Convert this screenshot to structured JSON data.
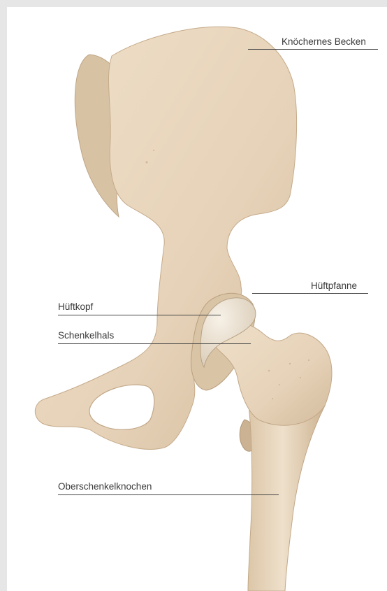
{
  "labels": {
    "becken": "Knöchernes Becken",
    "hueftpfanne": "Hüftpfanne",
    "hueftkopf": "Hüftkopf",
    "schenkelhals": "Schenkelhals",
    "oberschenkelknochen": "Oberschenkelknochen"
  },
  "colors": {
    "bone": "#e8d6bf",
    "bone_shadow": "#c9b193",
    "cartilage": "#efe8dc",
    "leader_line": "#444444"
  }
}
